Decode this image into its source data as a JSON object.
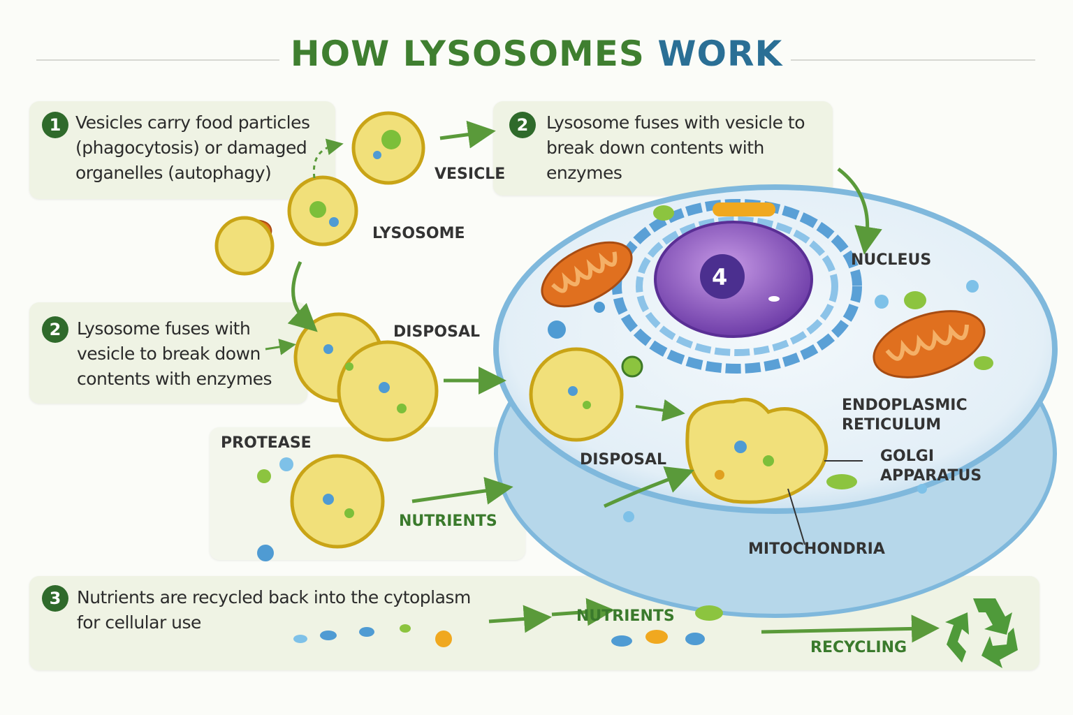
{
  "title": {
    "part1": "HOW LYSOSOMES",
    "part2": "WORK"
  },
  "steps": [
    {
      "number": "1",
      "lines": [
        "Vesicles carry food particles",
        "(phagocytosis) or damaged",
        "organelles (autophagy)"
      ]
    },
    {
      "number": "2",
      "lines": [
        "Lysosome fuses with vesicle to",
        "break down contents with",
        "enzymes"
      ]
    },
    {
      "number": "2",
      "lines": [
        "Lysosome fuses with",
        "vesicle to break down",
        "contents with enzymes"
      ]
    },
    {
      "number": "3",
      "lines": [
        "Nutrients are recycled back into  the cytoplasm",
        "for cellular use"
      ]
    }
  ],
  "labels": {
    "vesicle": "VESICLE",
    "lysosome": "LYSOSOME",
    "disposal_left": "DISPOSAL",
    "protease": "PROTEASE",
    "nutrients_left": "NUTRIENTS",
    "disposal_cell": "DISPOSAL",
    "nucleus": "NUCLEUS",
    "endoplasmic_reticulum": [
      "ENDOPLASMIC",
      "RETICULUM"
    ],
    "golgi_apparatus": [
      "GOLGI",
      "APPARATUS"
    ],
    "mitochondria": "MITOCHONDRIA",
    "nutrients_bottom": "NUTRIENTS",
    "recycling": "RECYCLING",
    "nucleus_marker": "4"
  },
  "colors": {
    "title_green": "#3f7f30",
    "title_blue": "#2a6f95",
    "box_bg": "#eff3e4",
    "badge": "#2f6a2b",
    "arrow": "#5a9a3a",
    "lysosome_fill": "#f1e07a",
    "lysosome_rim": "#c9a416",
    "cell_blue": "#7fb8dc",
    "nucleus_purple": "#8f5bc4",
    "mitochondria_orange": "#e0701f"
  }
}
